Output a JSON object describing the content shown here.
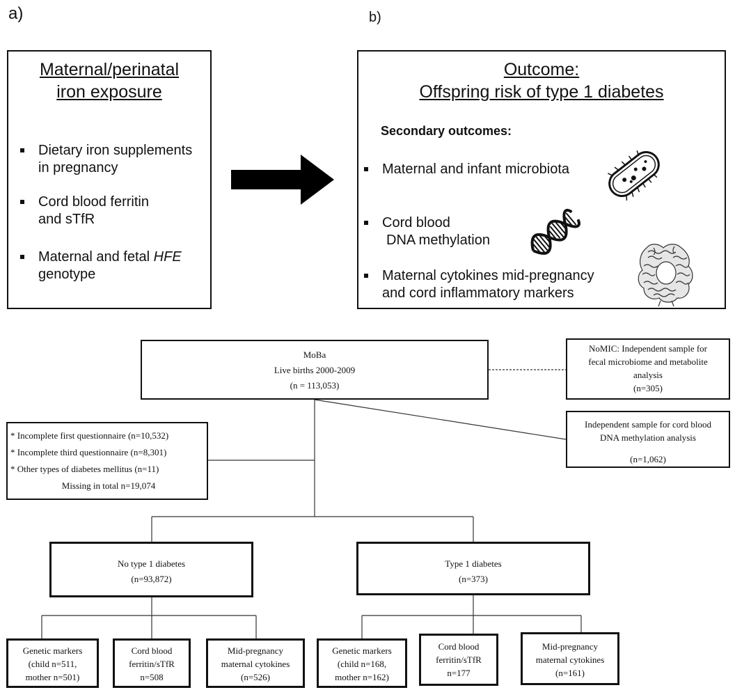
{
  "panel_a": {
    "label": "a)",
    "heading": [
      "Maternal/perinatal",
      "iron exposure"
    ],
    "bullets": [
      [
        "Dietary iron supplements",
        "in pregnancy"
      ],
      [
        "Cord blood ferritin",
        "and sTfR"
      ],
      [
        "Maternal and fetal HFE",
        "genotype"
      ]
    ]
  },
  "panel_b": {
    "label": "b)",
    "heading": [
      "Outcome:",
      "Offspring risk of type 1 diabetes"
    ],
    "subheading": "Secondary outcomes:",
    "bullets": [
      [
        "Maternal and infant microbiota"
      ],
      [
        "Cord blood",
        "DNA methylation"
      ],
      [
        "Maternal cytokines mid-pregnancy",
        "and cord inflammatory markers"
      ]
    ]
  },
  "icons": [
    "arrow-right-icon",
    "bacterium-icon",
    "dna-helix-icon",
    "protein-structure-icon"
  ],
  "flowchart": {
    "moba": [
      "MoBa",
      "Live births 2000-2009",
      "(n = 113,053)"
    ],
    "nomic": [
      "NoMIC: Independent sample for",
      "fecal microbiome and metabolite",
      "analysis",
      "(n=305)"
    ],
    "methylation": [
      "Independent sample for cord blood",
      "DNA methylation analysis",
      "(n=1,062)"
    ],
    "missing": [
      "* Incomplete first questionnaire (n=10,532)",
      "* Incomplete third questionnaire (n=8,301)",
      "* Other types of diabetes mellitus (n=11)",
      "Missing in total n=19,074"
    ],
    "no_t1d": [
      "No type 1 diabetes",
      "(n=93,872)"
    ],
    "t1d": [
      "Type 1 diabetes",
      "(n=373)"
    ],
    "no_t1d_children": [
      [
        "Genetic markers",
        "(child n=511,",
        "mother n=501)"
      ],
      [
        "Cord blood",
        "ferritin/sTfR",
        "n=508"
      ],
      [
        "Mid-pregnancy",
        "maternal cytokines",
        "(n=526)"
      ]
    ],
    "t1d_children": [
      [
        "Genetic markers",
        "(child n=168,",
        "mother n=162)"
      ],
      [
        "Cord blood",
        "ferritin/sTfR",
        "n=177"
      ],
      [
        "Mid-pregnancy",
        "maternal cytokines",
        "(n=161)"
      ]
    ]
  }
}
